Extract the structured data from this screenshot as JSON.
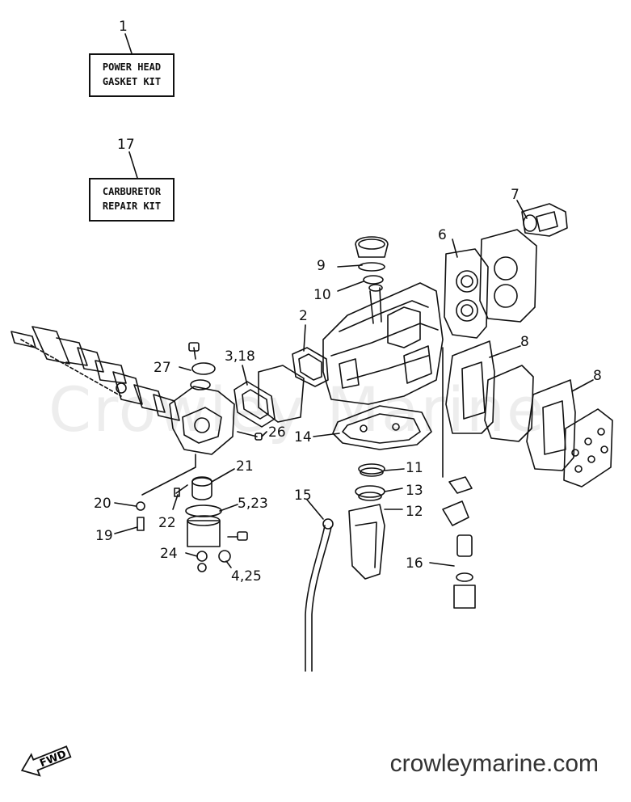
{
  "kits": [
    {
      "number": "1",
      "line1": "POWER HEAD",
      "line2": "GASKET KIT"
    },
    {
      "number": "17",
      "line1": "CARBURETOR",
      "line2": "REPAIR KIT"
    }
  ],
  "callouts": [
    "2",
    "3,18",
    "4,25",
    "5,23",
    "6",
    "7",
    "8",
    "8",
    "9",
    "10",
    "11",
    "12",
    "13",
    "14",
    "15",
    "16",
    "19",
    "20",
    "21",
    "22",
    "24",
    "26",
    "27"
  ],
  "fwd_label": "FWD",
  "watermark": "Crowley Marine",
  "site": "crowleymarine.com"
}
